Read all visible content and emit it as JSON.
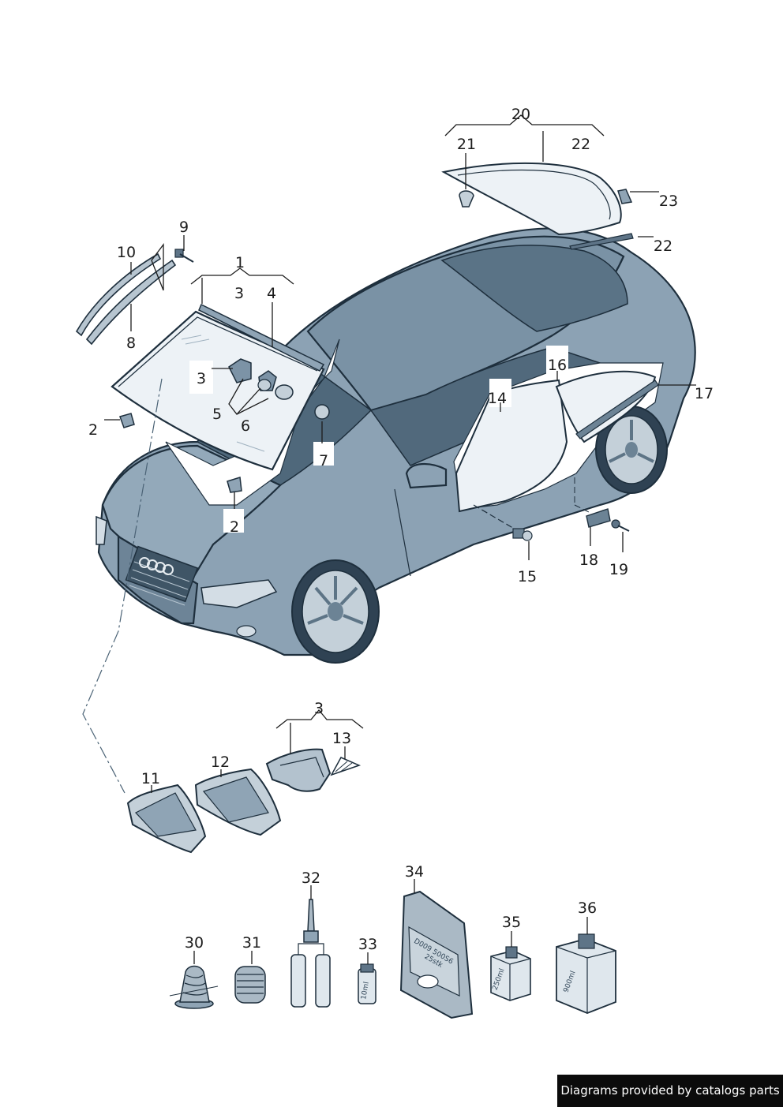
{
  "callouts": [
    {
      "id": "c1",
      "text": "1"
    },
    {
      "id": "c3a",
      "text": "3"
    },
    {
      "id": "c4",
      "text": "4"
    },
    {
      "id": "c9",
      "text": "9"
    },
    {
      "id": "c10",
      "text": "10"
    },
    {
      "id": "c8",
      "text": "8"
    },
    {
      "id": "c3b",
      "text": "3"
    },
    {
      "id": "c5",
      "text": "5"
    },
    {
      "id": "c6",
      "text": "6"
    },
    {
      "id": "c2a",
      "text": "2"
    },
    {
      "id": "c7",
      "text": "7"
    },
    {
      "id": "c2b",
      "text": "2"
    },
    {
      "id": "c20",
      "text": "20"
    },
    {
      "id": "c21",
      "text": "21"
    },
    {
      "id": "c22a",
      "text": "22"
    },
    {
      "id": "c23",
      "text": "23"
    },
    {
      "id": "c22b",
      "text": "22"
    },
    {
      "id": "c16",
      "text": "16"
    },
    {
      "id": "c14",
      "text": "14"
    },
    {
      "id": "c17",
      "text": "17"
    },
    {
      "id": "c15",
      "text": "15"
    },
    {
      "id": "c18",
      "text": "18"
    },
    {
      "id": "c19",
      "text": "19"
    },
    {
      "id": "c3c",
      "text": "3"
    },
    {
      "id": "c13",
      "text": "13"
    },
    {
      "id": "c11",
      "text": "11"
    },
    {
      "id": "c12",
      "text": "12"
    },
    {
      "id": "c30",
      "text": "30"
    },
    {
      "id": "c31",
      "text": "31"
    },
    {
      "id": "c32",
      "text": "32"
    },
    {
      "id": "c33",
      "text": "33"
    },
    {
      "id": "c34",
      "text": "34"
    },
    {
      "id": "c35",
      "text": "35"
    },
    {
      "id": "c36",
      "text": "36"
    }
  ],
  "product_labels": {
    "bag_line1": "D009 500S6",
    "bag_line2": "25stk",
    "small_can": "10ml",
    "bottle_250": "250ml",
    "bottle_900": "900ml"
  },
  "footer_text": "Diagrams provided by catalogs parts",
  "colors": {
    "body_paint": "#8aa0b2",
    "body_shadow": "#5f7587",
    "glass": "#e9eff3",
    "outline": "#1e2f3d",
    "roof_glass": "#6a8294",
    "footer_bg": "#0b0b0b"
  }
}
